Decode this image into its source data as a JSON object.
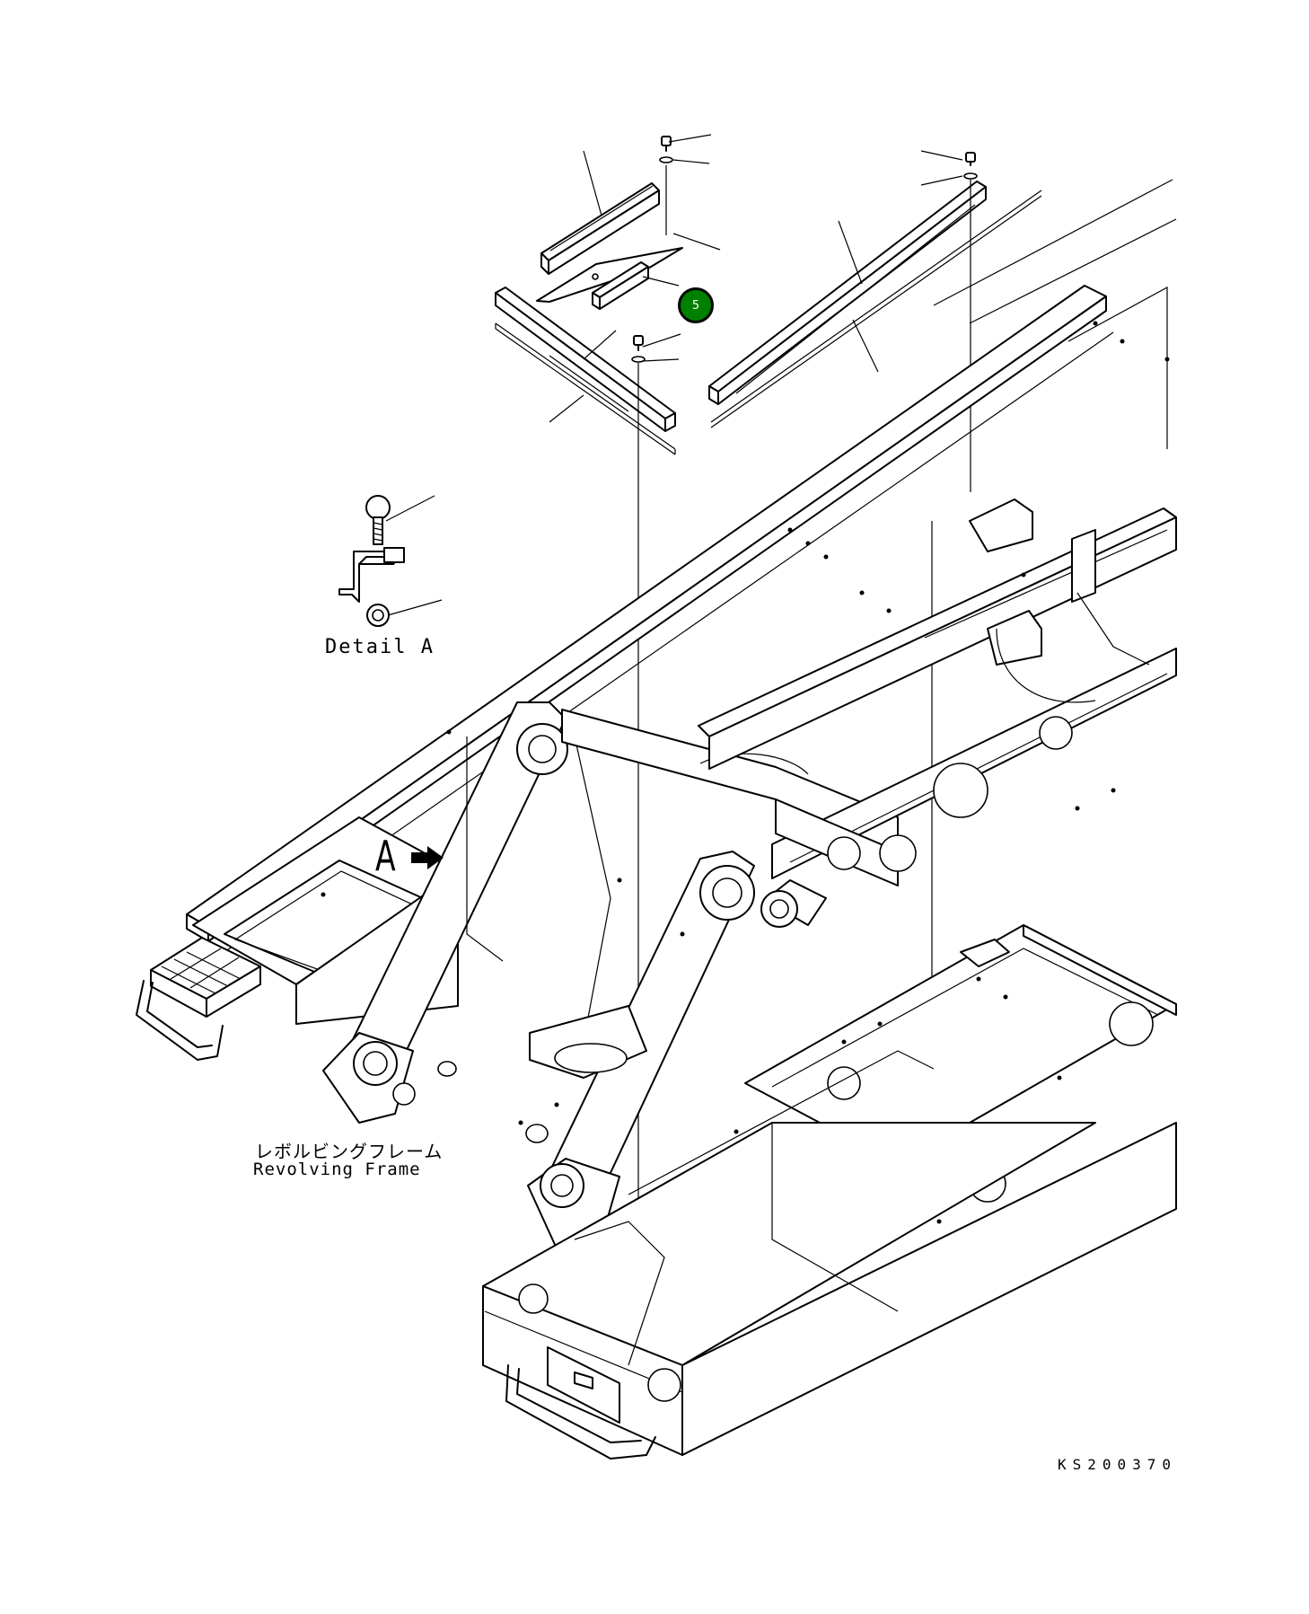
{
  "diagram": {
    "callouts": [
      {
        "id": "5",
        "label": "5",
        "color": "#008000"
      }
    ],
    "detail_label": "Detail A",
    "view_letter": "A",
    "frame_label_ja": "レボルビングフレーム",
    "frame_label_en": "Revolving Frame",
    "drawing_number": "KS200370"
  },
  "colors": {
    "line": "#000000",
    "background": "#ffffff",
    "callout_fill": "#008000"
  }
}
